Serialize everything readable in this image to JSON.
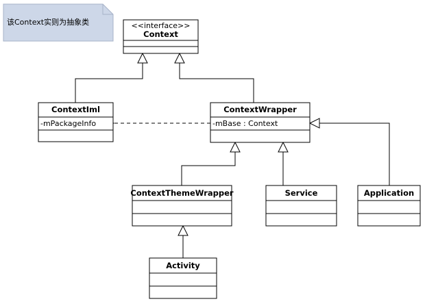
{
  "note": {
    "text": "该Context实则为抽象类",
    "fill": "#cdd7e8"
  },
  "classes": {
    "context": {
      "stereotype": "<<interface>>",
      "name": "Context"
    },
    "contextiml": {
      "name": "ContextIml",
      "attributes": [
        "-mPackageInfo"
      ]
    },
    "contextwrapper": {
      "name": "ContextWrapper",
      "attributes": [
        "-mBase : Context"
      ]
    },
    "contextthemewrapper": {
      "name": "ContextThemeWrapper"
    },
    "service": {
      "name": "Service"
    },
    "application": {
      "name": "Application"
    },
    "activity": {
      "name": "Activity"
    }
  },
  "relations": [
    {
      "type": "realization",
      "from": "ContextIml",
      "to": "Context"
    },
    {
      "type": "realization",
      "from": "ContextWrapper",
      "to": "Context"
    },
    {
      "type": "generalization",
      "from": "ContextThemeWrapper",
      "to": "ContextWrapper"
    },
    {
      "type": "generalization",
      "from": "Service",
      "to": "ContextWrapper"
    },
    {
      "type": "generalization",
      "from": "Application",
      "to": "ContextWrapper"
    },
    {
      "type": "generalization",
      "from": "Activity",
      "to": "ContextThemeWrapper"
    },
    {
      "type": "dependency",
      "from": "ContextWrapper",
      "to": "ContextIml"
    }
  ]
}
